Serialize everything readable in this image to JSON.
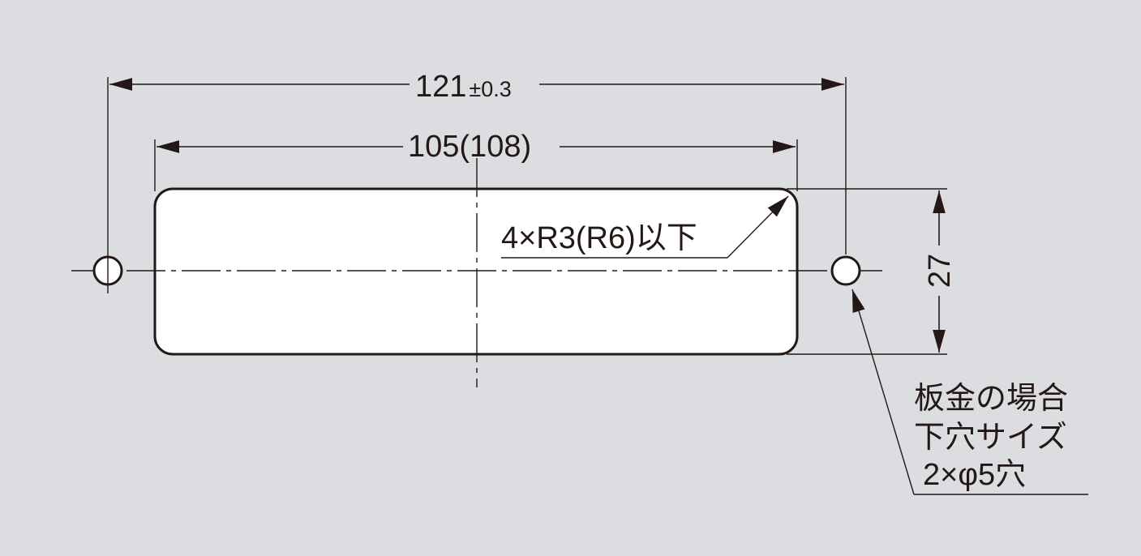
{
  "colors": {
    "background": "#dcdde0",
    "line": "#231815",
    "cutout_fill": "#ffffff"
  },
  "dimensions": {
    "overall_main": "121",
    "overall_tol": "±0.3",
    "cutout_width": "105(108)",
    "corner_radius": "4×R3(R6)以下",
    "cutout_height": "27"
  },
  "note": {
    "line1": "板金の場合",
    "line2": "下穴サイズ",
    "line3": "2×φ5穴"
  }
}
